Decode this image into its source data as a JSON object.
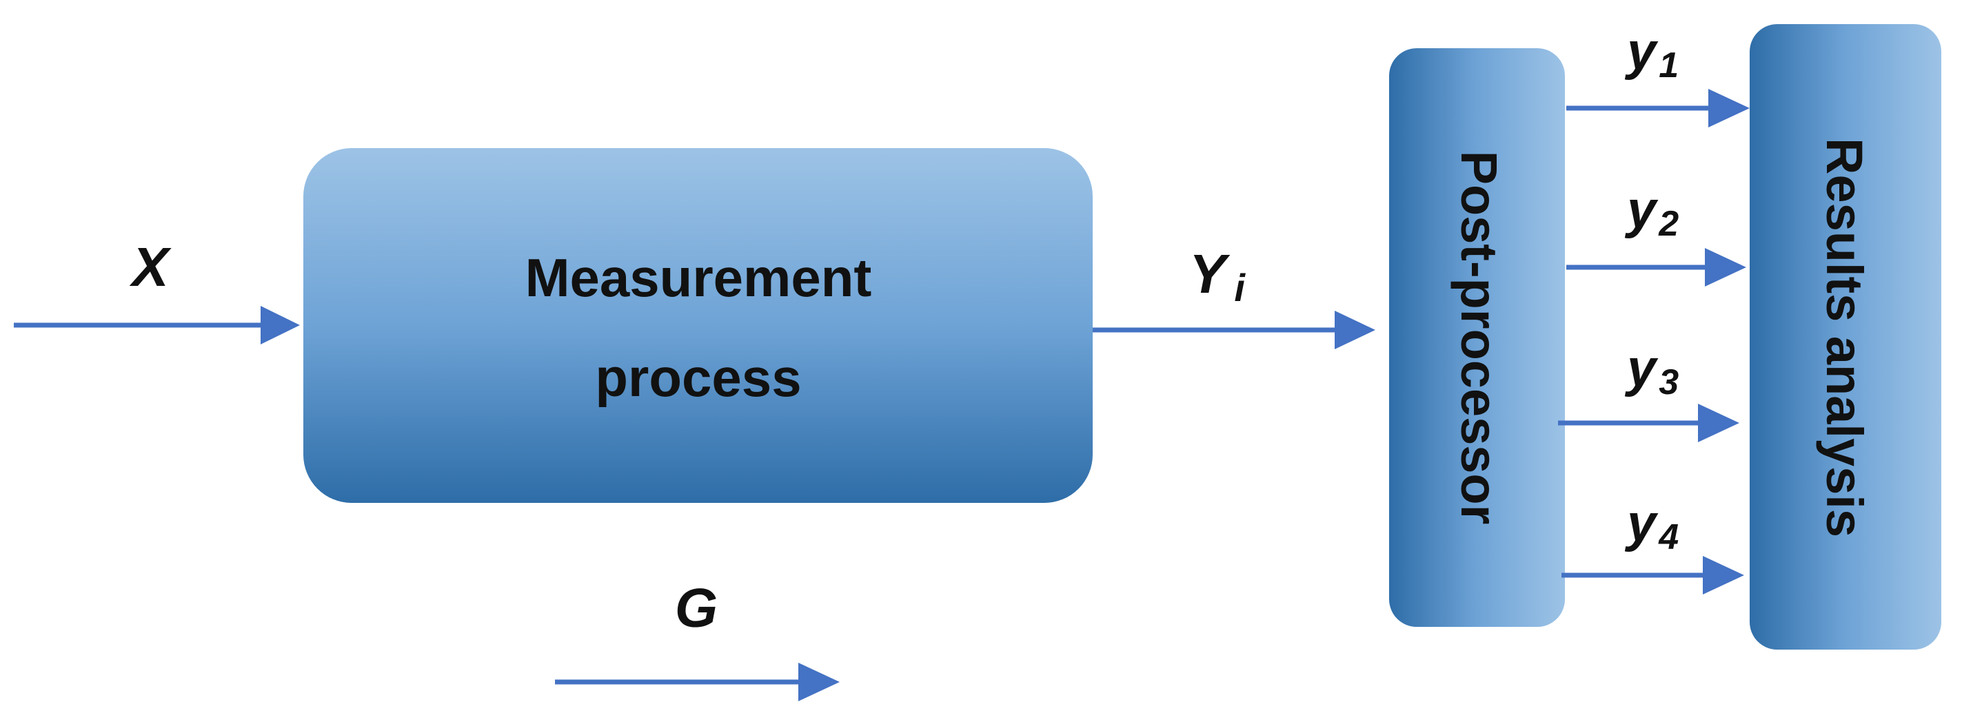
{
  "blocks": {
    "measurement": {
      "line1": "Measurement",
      "line2": "process"
    },
    "post_processor": {
      "label": "Post-processor"
    },
    "results_analysis": {
      "label": "Results analysis"
    }
  },
  "signals": {
    "input": "X",
    "intermediate_base": "Y",
    "intermediate_sub": "i",
    "ground": "G",
    "outputs": [
      {
        "base": "y",
        "sub": "1"
      },
      {
        "base": "y",
        "sub": "2"
      },
      {
        "base": "y",
        "sub": "3"
      },
      {
        "base": "y",
        "sub": "4"
      }
    ]
  },
  "colors": {
    "arrow": "#4472C4",
    "block_light": "#9DC3E6",
    "block_dark": "#2E6DA8"
  }
}
